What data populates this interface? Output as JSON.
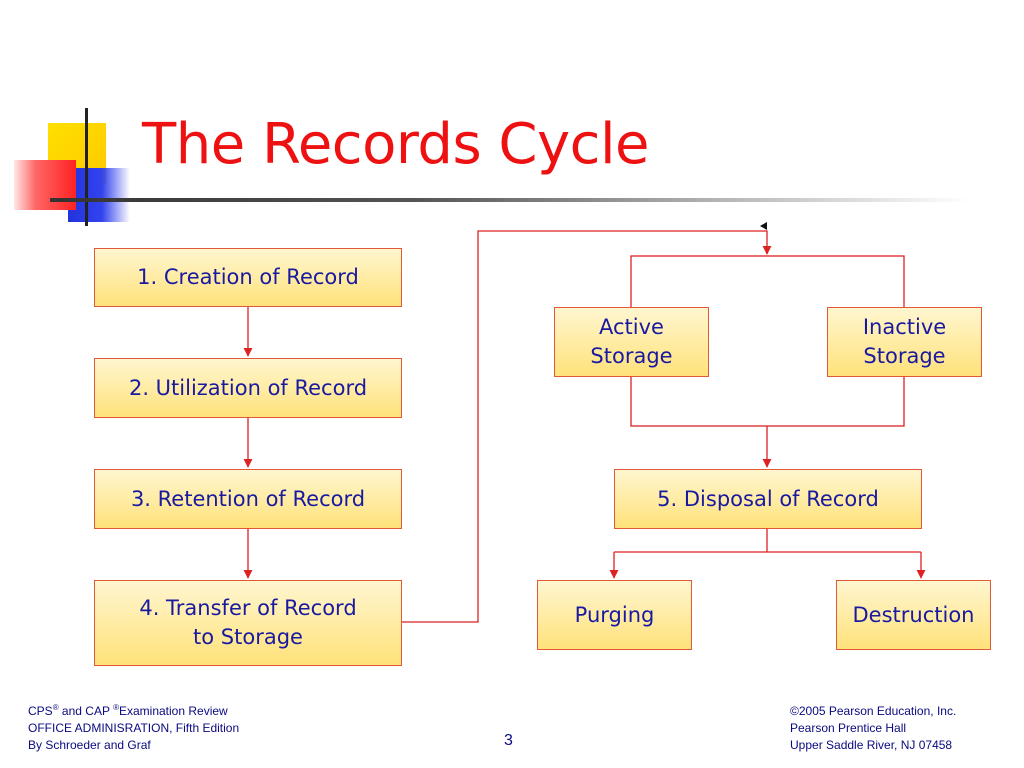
{
  "title": "The Records Cycle",
  "steps": {
    "creation": "1. Creation of Record",
    "utilization": "2. Utilization of Record",
    "retention": "3. Retention of Record",
    "transfer": "4. Transfer of Record\nto Storage",
    "active": "Active\nStorage",
    "inactive": "Inactive\nStorage",
    "disposal": "5. Disposal of Record",
    "purging": "Purging",
    "destruction": "Destruction"
  },
  "footer": {
    "left": {
      "cps": "CPS",
      "reg1": "®",
      "and_cap": " and CAP ",
      "reg2": "®",
      "exam": "Examination Review",
      "line2": "OFFICE ADMINISRATION, Fifth Edition",
      "line3": "By Schroeder and Graf"
    },
    "right": {
      "line1": "©2005 Pearson Education, Inc.",
      "line2": "Pearson Prentice Hall",
      "line3": "Upper Saddle River, NJ 07458"
    },
    "page_number": "3"
  },
  "colors": {
    "title": "#ee1111",
    "box_border": "#e05a3a",
    "box_fill_top": "#fff6d0",
    "box_fill_bottom": "#ffe27a",
    "box_text": "#1a1aa0",
    "connector": "#dd2222"
  }
}
